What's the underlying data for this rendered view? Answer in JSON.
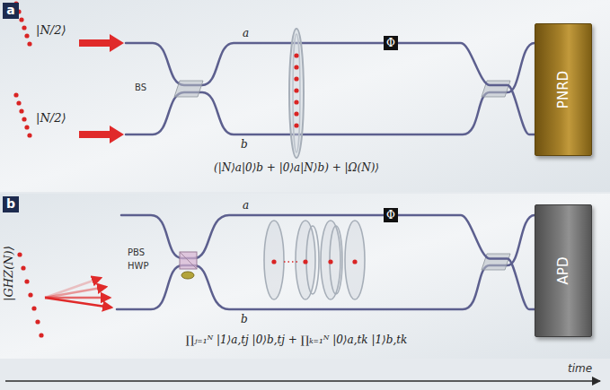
{
  "diagram": {
    "nodes": [
      {
        "text": [
          "a"
        ]
      },
      {
        "text": [
          "Φ"
        ],
        "in": 0
      },
      {
        "text": [
          "PNRD"
        ],
        "in": 0
      },
      {
        "text": [
          "b"
        ]
      },
      {
        "text": [
          "Φ"
        ],
        "in": 3
      },
      {
        "text": [
          "APD"
        ],
        "in": 3
      }
    ],
    "edges": [
      {
        "from": 1,
        "to": 2,
        "arrow": "none"
      },
      {
        "from": 4,
        "to": 5,
        "arrow": "none"
      }
    ],
    "labels": [
      "|N/2⟩",
      "|N/2⟩",
      "BS",
      "a",
      "b",
      "(|N⟩a|0⟩b + |0⟩a|N⟩b) + |Ω(N)⟩",
      "PBS",
      "HWP",
      "|GHZ(N)⟩",
      "a",
      "b",
      "∏ⱼ₌₁ᴺ |1⟩a,tj |0⟩b,tj + ∏ₖ₌₁ᴺ |0⟩a,tk |1⟩b,tk",
      "time"
    ]
  }
}
